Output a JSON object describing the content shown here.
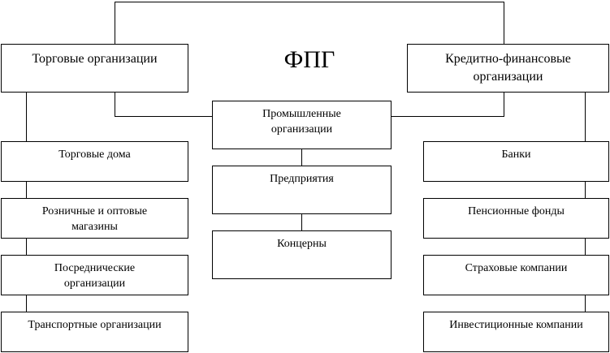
{
  "title": "ФПГ",
  "groups": {
    "trade": {
      "header": "Торговые организации",
      "items": [
        "Торговые дома",
        "Розничные и оптовые магазины",
        "Посреднические организации",
        "Транспортные организации"
      ]
    },
    "industrial": {
      "header": "Промышленные организации",
      "items": [
        "Предприятия",
        "Концерны"
      ]
    },
    "finance": {
      "header": "Кредитно-финансовые организации",
      "items": [
        "Банки",
        "Пенсионные фонды",
        "Страховые компании",
        "Инвестиционные компании"
      ]
    }
  }
}
